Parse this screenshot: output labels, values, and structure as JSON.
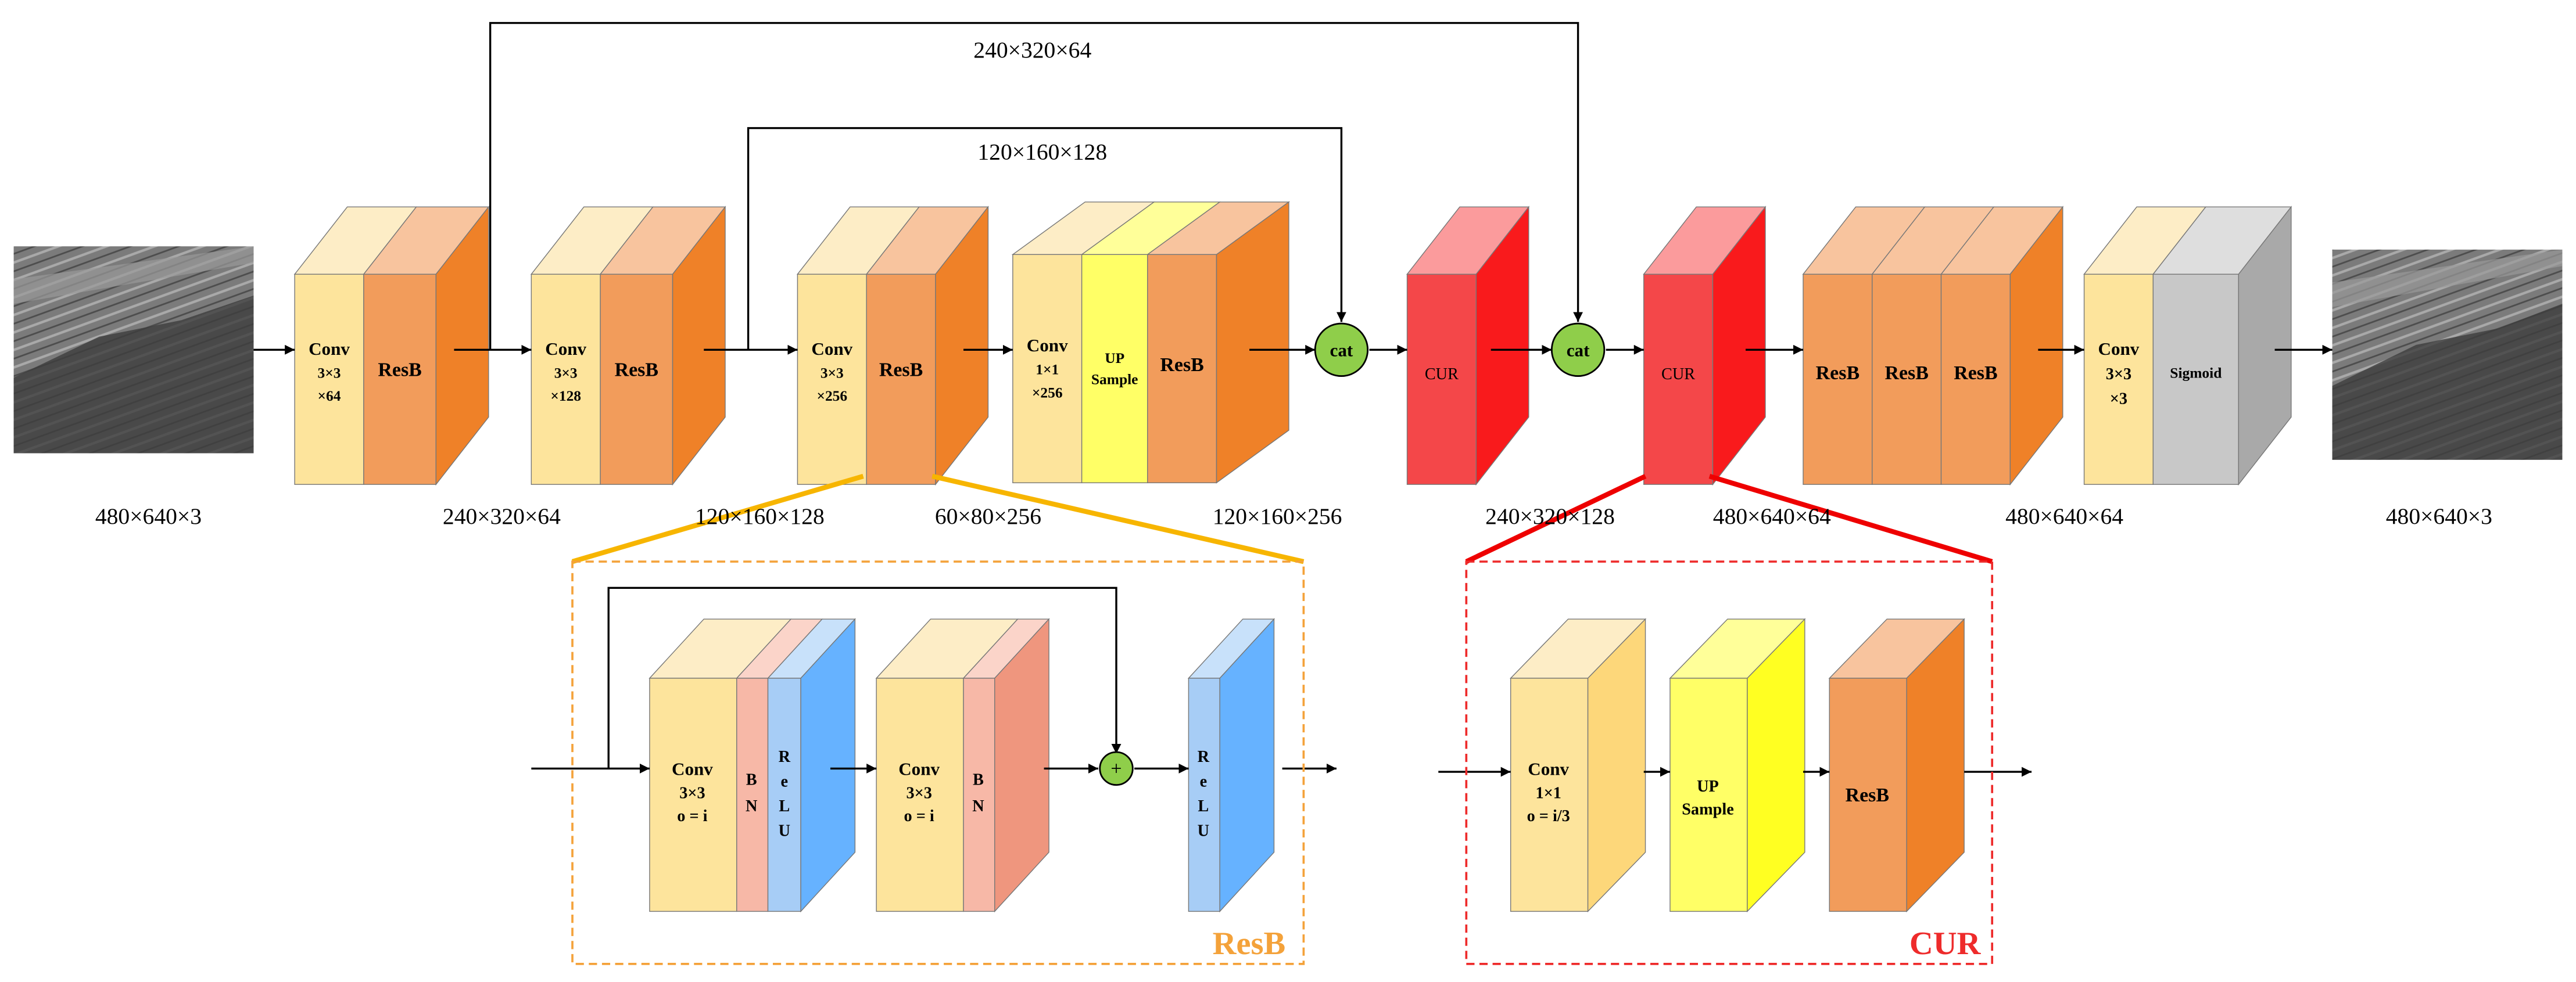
{
  "skip_labels": {
    "top": "240×320×64",
    "mid": "120×160×128"
  },
  "dims": {
    "input": "480×640×3",
    "d1": "240×320×64",
    "d2": "120×160×128",
    "d3": "60×80×256",
    "d4": "120×160×256",
    "d5": "240×320×128",
    "d6": "480×640×64",
    "d7": "480×640×64",
    "output": "480×640×3"
  },
  "cat_label": "cat",
  "blocks": {
    "b1": {
      "conv": "Conv",
      "k": "3×3",
      "ch": "×64",
      "resb": "ResB"
    },
    "b2": {
      "conv": "Conv",
      "k": "3×3",
      "ch": "×128",
      "resb": "ResB"
    },
    "b3": {
      "conv": "Conv",
      "k": "3×3",
      "ch": "×256",
      "resb": "ResB"
    },
    "b4": {
      "conv": "Conv",
      "k": "1×1",
      "ch": "×256",
      "up1": "UP",
      "up2": "Sample",
      "resb": "ResB"
    },
    "cur1": "CUR",
    "cur2": "CUR",
    "b6": {
      "r1": "ResB",
      "r2": "ResB",
      "r3": "ResB"
    },
    "b7": {
      "conv": "Conv",
      "k": "3×3",
      "ch": "×3",
      "sig": "Sigmoid"
    }
  },
  "resb_detail": {
    "title": "ResB",
    "conv1": {
      "a": "Conv",
      "b": "3×3",
      "c": "o = i"
    },
    "bn1": [
      "B",
      "N"
    ],
    "relu1": [
      "R",
      "e",
      "L",
      "U"
    ],
    "conv2": {
      "a": "Conv",
      "b": "3×3",
      "c": "o = i"
    },
    "bn2": [
      "B",
      "N"
    ],
    "plus": "+",
    "relu2": [
      "R",
      "e",
      "L",
      "U"
    ]
  },
  "cur_detail": {
    "title": "CUR",
    "conv": {
      "a": "Conv",
      "b": "1×1",
      "c": "o = i/3"
    },
    "up": {
      "a": "UP",
      "b": "Sample"
    },
    "resb": "ResB"
  },
  "colors": {
    "conv_front": "#fde49c",
    "conv_top": "#fdedc6",
    "conv_side": "#fdd77a",
    "resb_front": "#f29c5b",
    "resb_top": "#f8c49e",
    "resb_side": "#ef8128",
    "up_front": "#ffff66",
    "up_top": "#ffff99",
    "up_side": "#ffff22",
    "cur_front": "#f44749",
    "cur_top": "#fb9b9c",
    "cur_side": "#f91a1c",
    "bn_front": "#f7b8a7",
    "bn_top": "#fbd4c9",
    "bn_side": "#ef967e",
    "relu_front": "#a7cdf6",
    "relu_top": "#c8e1fa",
    "relu_side": "#66b2ff",
    "sig_front": "#c8c8c8",
    "sig_top": "#dedede",
    "sig_side": "#a9a9a9",
    "cat_fill": "#8fce4a",
    "resb_box": "#f4a23a",
    "resb_connector": "#f7b500",
    "cur_box": "#ee2b2b",
    "cur_connector": "#ee0000"
  }
}
